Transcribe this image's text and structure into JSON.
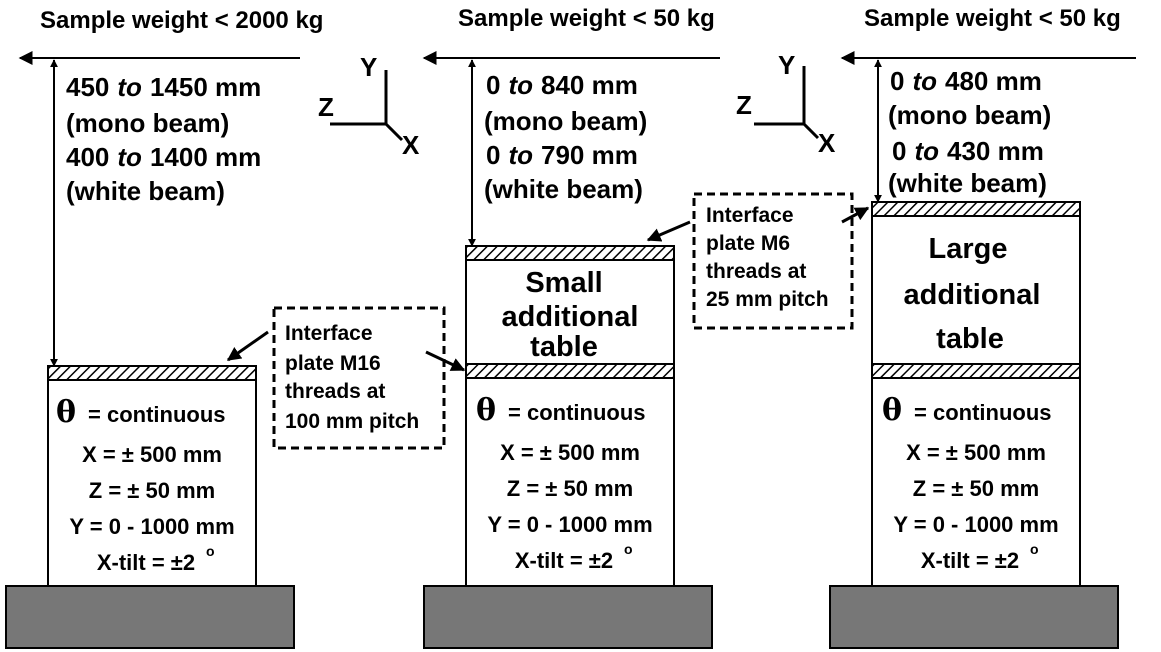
{
  "colors": {
    "ink": "#000000",
    "base": "#777777",
    "background": "#ffffff"
  },
  "stages": [
    {
      "heading": "Sample weight < 2000 kg",
      "range": {
        "mono_from": "450",
        "mono_to": "1450 mm",
        "mono_label": "(mono beam)",
        "white_from": "400",
        "white_to": "1400 mm",
        "white_label": "(white beam)"
      },
      "table": null,
      "specs": {
        "theta_symbol": "θ",
        "theta_text": "= continuous",
        "x": "X = ± 500 mm",
        "z": "Z = ± 50 mm",
        "y": "Y = 0 - 1000 mm",
        "tilt": "X-tilt = ±2",
        "tilt_sup": "o"
      }
    },
    {
      "heading": "Sample weight < 50 kg",
      "range": {
        "mono_from": "0",
        "mono_to": "840 mm",
        "mono_label": "(mono beam)",
        "white_from": "0",
        "white_to": "790 mm",
        "white_label": "(white beam)"
      },
      "table": [
        "Small",
        "additional",
        "table"
      ],
      "specs": {
        "theta_symbol": "θ",
        "theta_text": "= continuous",
        "x": "X = ± 500 mm",
        "z": "Z = ± 50 mm",
        "y": "Y = 0 - 1000 mm",
        "tilt": "X-tilt = ±2",
        "tilt_sup": "o"
      }
    },
    {
      "heading": "Sample weight < 50 kg",
      "range": {
        "mono_from": "0",
        "mono_to": "480 mm",
        "mono_label": "(mono beam)",
        "white_from": "0",
        "white_to": "430 mm",
        "white_label": "(white beam)"
      },
      "table": [
        "Large",
        "additional",
        "table"
      ],
      "specs": {
        "theta_symbol": "θ",
        "theta_text": "= continuous",
        "x": "X = ± 500 mm",
        "z": "Z = ± 50 mm",
        "y": "Y = 0 - 1000 mm",
        "tilt": "X-tilt = ±2",
        "tilt_sup": "o"
      }
    }
  ],
  "word_to": "to",
  "axes": {
    "y": "Y",
    "z": "Z",
    "x": "X"
  },
  "notes": {
    "m16": [
      "Interface",
      "plate M16",
      "threads at",
      "100 mm pitch"
    ],
    "m6": [
      "Interface",
      "plate M6",
      "threads at",
      "25 mm pitch"
    ]
  }
}
